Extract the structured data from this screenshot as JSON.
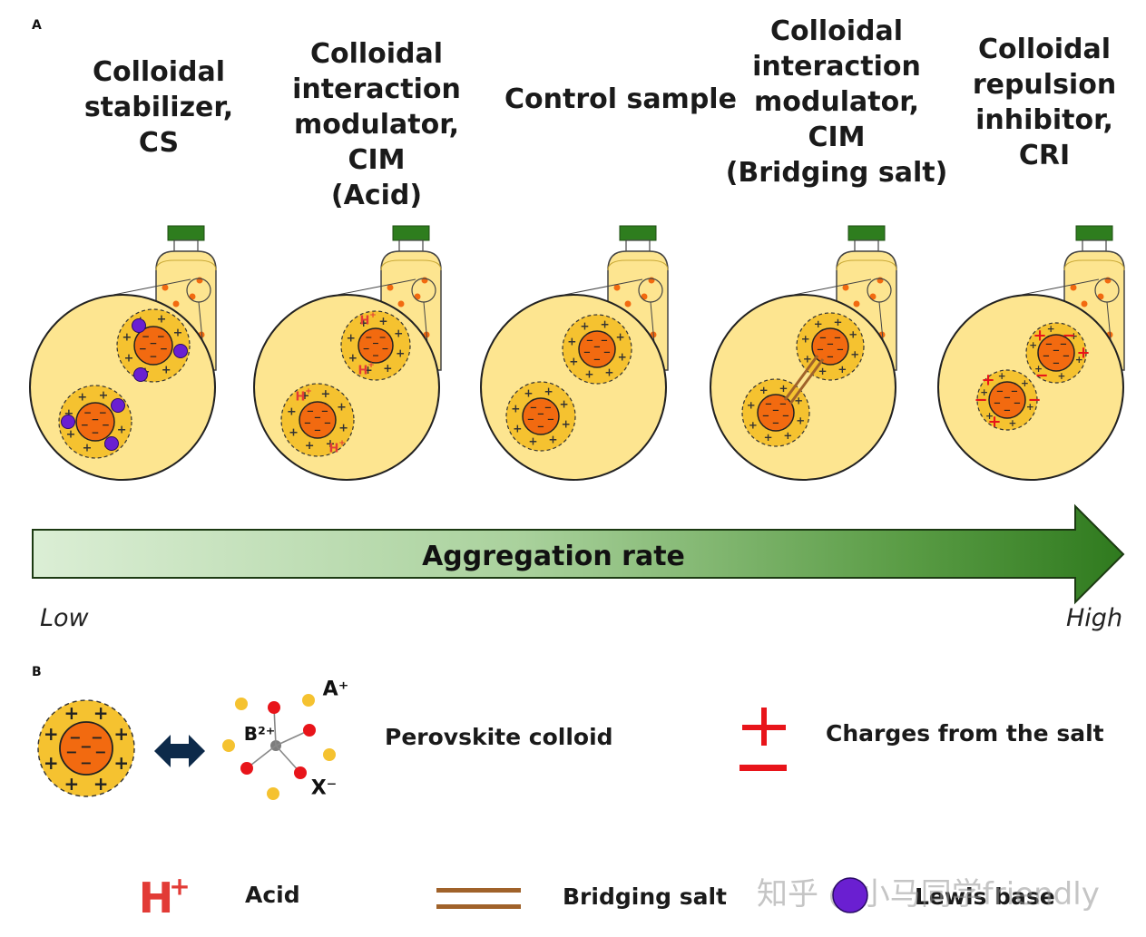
{
  "panel_a": {
    "letter": "A",
    "columns": [
      {
        "lines": [
          "Colloidal",
          "stabilizer,",
          "CS"
        ]
      },
      {
        "lines": [
          "Colloidal",
          "interaction",
          "modulator,",
          "CIM",
          "(Acid)"
        ]
      },
      {
        "lines": [
          "Control sample"
        ]
      },
      {
        "lines": [
          "Colloidal",
          "interaction",
          "modulator,",
          "CIM",
          "(Bridging salt)"
        ]
      },
      {
        "lines": [
          "Colloidal",
          "repulsion",
          "inhibitor,",
          "CRI"
        ]
      }
    ],
    "arrow_label": "Aggregation rate",
    "low_label": "Low",
    "high_label": "High"
  },
  "panel_b": {
    "letter": "B",
    "cation_label": "A⁺",
    "b_label": "B²⁺",
    "x_label": "X⁻",
    "perovskite_label": "Perovskite colloid",
    "charges_label": "Charges from the salt",
    "acid_symbol": "H",
    "acid_sup": "+",
    "acid_label": "Acid",
    "bridging_label": "Bridging salt",
    "lewis_label": "Lewis base"
  },
  "watermark": "知乎 @小马同学friendly",
  "colors": {
    "cap": "#2e7d1e",
    "shell": "#f5c230",
    "core": "#f26a10",
    "circle_fill": "#fde590",
    "lewis": "#6a1fd1",
    "acid": "#e23b36",
    "bridge": "#a0622a",
    "arrow_start": "#d7ead0",
    "arrow_end": "#2f7a1e"
  }
}
